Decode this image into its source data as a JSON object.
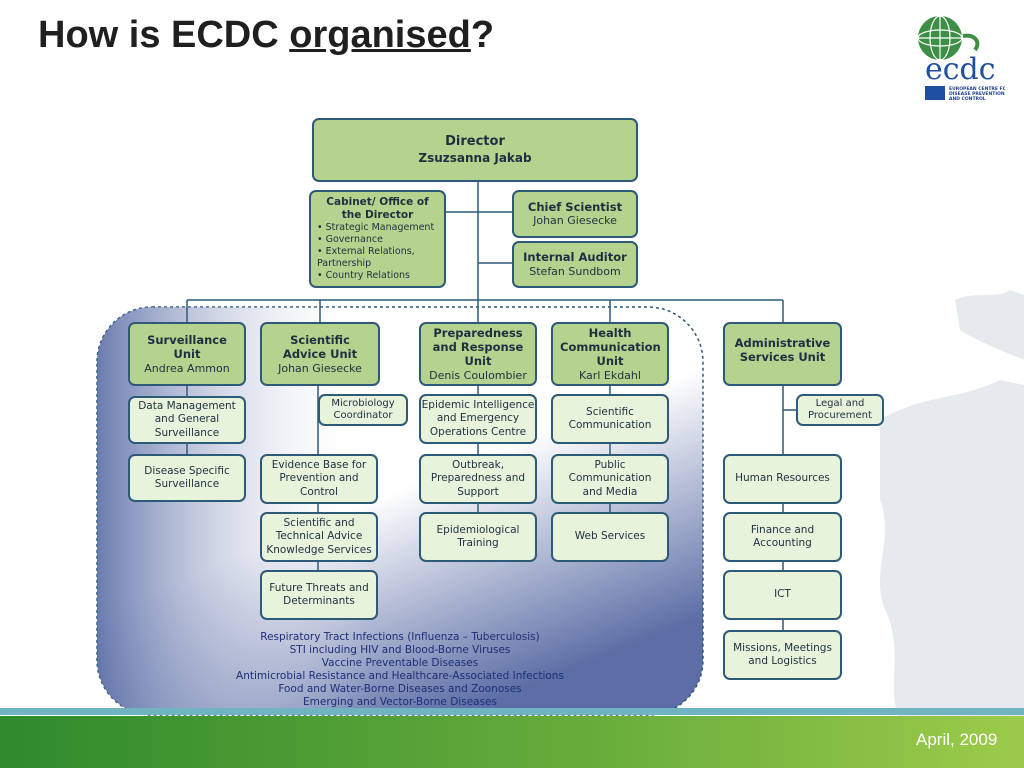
{
  "slide": {
    "title_prefix": "How is ECDC ",
    "title_underlined": "organised",
    "title_suffix": "?",
    "date": "April, 2009"
  },
  "logo": {
    "wordmark": "ecdc",
    "tagline": "EUROPEAN CENTRE FOR DISEASE PREVENTION AND CONTROL"
  },
  "org": {
    "director": {
      "title": "Director",
      "name": "Zsuzsanna Jakab"
    },
    "cabinet": {
      "title": "Cabinet/ Office of the Director",
      "items": [
        "• Strategic Management",
        "• Governance",
        "• External Relations, Partnership",
        "• Country Relations"
      ]
    },
    "chief_scientist": {
      "title": "Chief Scientist",
      "name": "Johan Giesecke"
    },
    "internal_auditor": {
      "title": "Internal Auditor",
      "name": "Stefan Sundbom"
    },
    "surveillance": {
      "title": "Surveillance Unit",
      "name": "Andrea Ammon",
      "sections": [
        "Data Management and General Surveillance",
        "Disease Specific Surveillance"
      ]
    },
    "scientific_advice": {
      "title": "Scientific Advice Unit",
      "name": "Johan Giesecke",
      "side": "Microbiology Coordinator",
      "sections": [
        "Evidence Base for Prevention and Control",
        "Scientific and Technical Advice Knowledge Services",
        "Future Threats and Determinants"
      ]
    },
    "preparedness": {
      "title": "Preparedness and Response Unit",
      "name": "Denis Coulombier",
      "sections": [
        "Epidemic Intelligence and Emergency Operations Centre",
        "Outbreak, Preparedness and Support",
        "Epidemiological Training"
      ]
    },
    "health_comm": {
      "title": "Health Communication Unit",
      "name": "Karl Ekdahl",
      "sections": [
        "Scientific Communication",
        "Public Communication and Media",
        "Web Services"
      ]
    },
    "admin": {
      "title": "Administrative Services Unit",
      "side": "Legal and Procurement",
      "sections": [
        "Human Resources",
        "Finance and Accounting",
        "ICT",
        "Missions, Meetings and Logistics"
      ]
    },
    "disease_programmes": [
      "Respiratory Tract Infections (Influenza – Tuberculosis)",
      "STI including HIV and Blood-Borne Viruses",
      "Vaccine Preventable Diseases",
      "Antimicrobial Resistance and Healthcare-Associated Infections",
      "Food and Water-Borne Diseases and Zoonoses",
      "Emerging and Vector-Borne Diseases"
    ]
  }
}
